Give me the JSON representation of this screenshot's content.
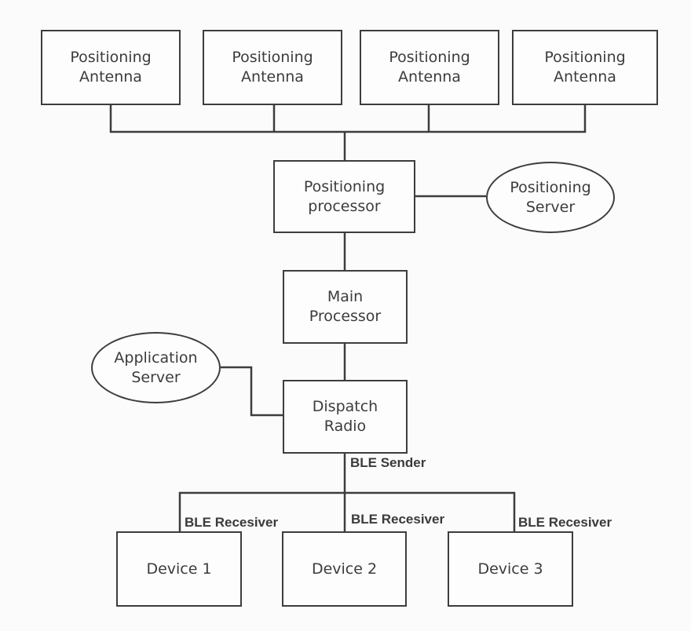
{
  "antennas": [
    {
      "label": "Positioning\nAntenna"
    },
    {
      "label": "Positioning\nAntenna"
    },
    {
      "label": "Positioning\nAntenna"
    },
    {
      "label": "Positioning\nAntenna"
    }
  ],
  "positioning_processor": {
    "label": "Positioning\nprocessor"
  },
  "positioning_server": {
    "label": "Positioning\nServer"
  },
  "main_processor": {
    "label": "Main\nProcessor"
  },
  "application_server": {
    "label": "Application\nServer"
  },
  "dispatch_radio": {
    "label": "Dispatch\nRadio"
  },
  "ble_sender": {
    "label": "BLE Sender"
  },
  "devices": [
    {
      "label": "Device 1",
      "receiver_label": "BLE Recesiver"
    },
    {
      "label": "Device 2",
      "receiver_label": "BLE Recesiver"
    },
    {
      "label": "Device 3",
      "receiver_label": "BLE Recesiver"
    }
  ],
  "colors": {
    "line": "#3d3d3d",
    "background": "#fbfbfb"
  }
}
